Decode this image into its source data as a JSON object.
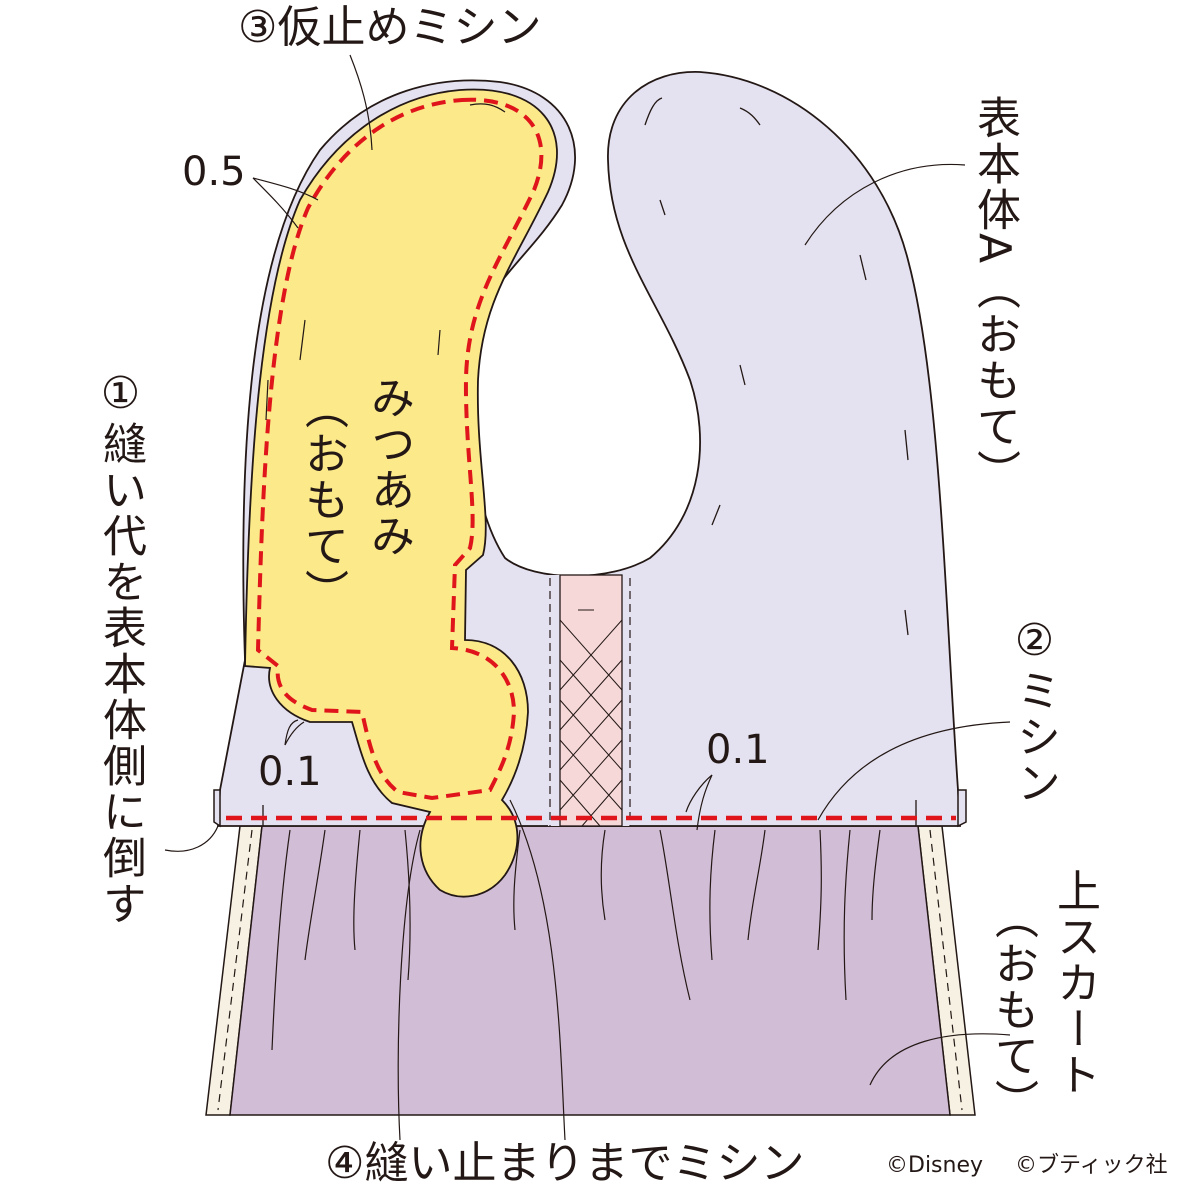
{
  "labels": {
    "basting": "③仮止めミシン",
    "seam_05": "0.5",
    "front_body": "表本体A（おもて）",
    "fold_allowance": "①縫い代を表本体側に倒す",
    "braid_1": "みつあみ",
    "braid_2": "（おもて）",
    "seam_01_left": "0.1",
    "seam_01_right": "0.1",
    "machine_stitch": "②ミシン",
    "upper_skirt_1": "上スカート",
    "upper_skirt_2": "（おもて）",
    "stitch_to_stop": "④縫い止まりまでミシン"
  },
  "copyright": {
    "disney": "©Disney",
    "publisher": "©ブティック社"
  },
  "colors": {
    "bodice": "#e4e2f0",
    "braid": "#fbe98a",
    "skirt": "#d1bdd6",
    "stitch": "#e0151b",
    "center_panel": "#f6d8d9"
  }
}
